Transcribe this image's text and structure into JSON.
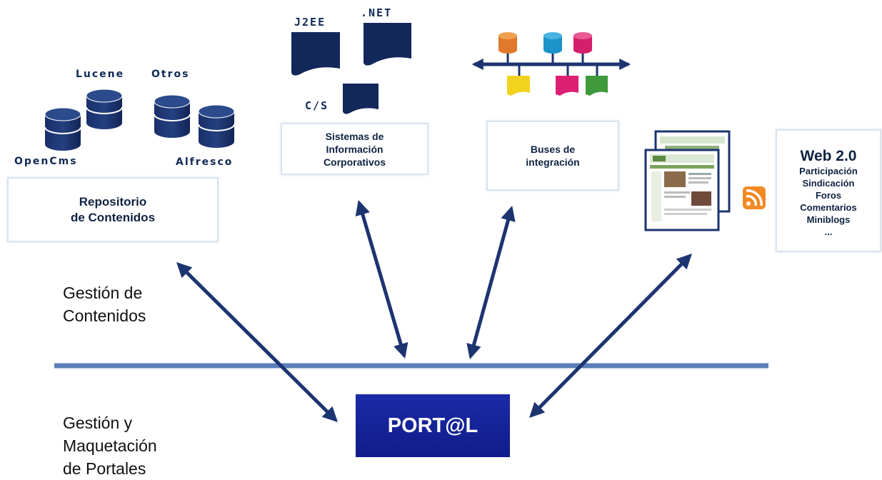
{
  "repositories": {
    "db_labels": [
      "Lucene",
      "Otros",
      "OpenCms",
      "Alfresco"
    ],
    "box_title": [
      "Repositorio",
      "de Contenidos"
    ]
  },
  "systems": {
    "doc_labels": [
      "J2EE",
      ".NET",
      "C/S"
    ],
    "box_title": [
      "Sistemas de",
      "Información",
      "Corporativos"
    ]
  },
  "buses": {
    "box_title": [
      "Buses de",
      "integración"
    ]
  },
  "web20": {
    "title": "Web 2.0",
    "items": [
      "Participación",
      "Sindicación",
      "Foros",
      "Comentarios",
      "Miniblogs",
      "..."
    ]
  },
  "left_labels": {
    "gestion_contenidos": [
      "Gestión de",
      "Contenidos"
    ],
    "gestion_portales": [
      "Gestión y",
      "Maquetación",
      "de Portales"
    ]
  },
  "portal": {
    "label": "PORT@L"
  },
  "colors": {
    "navy": "#1a2f5e",
    "arrow": "#1c3470",
    "line": "#5b7fb8",
    "portal": "#141f93",
    "rss": "#f08a24"
  }
}
